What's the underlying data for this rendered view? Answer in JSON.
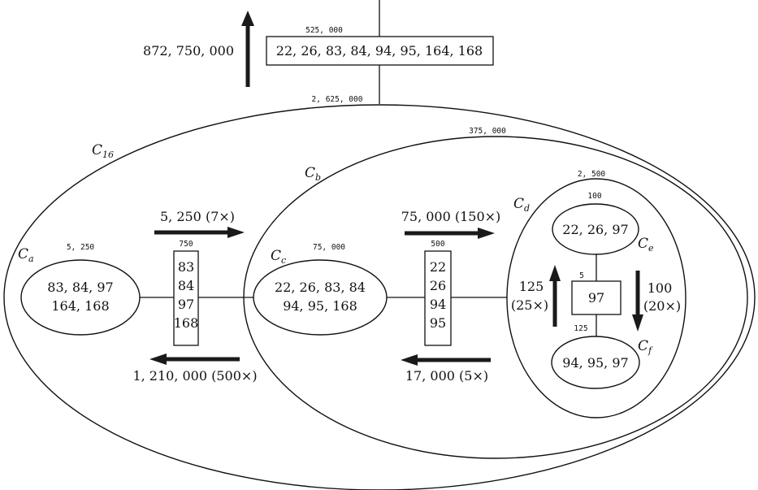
{
  "top": {
    "box_text": "22, 26, 83, 84, 94, 95, 164, 168",
    "box_weight": "525, 000",
    "arrow_value": "872, 750, 000",
    "link_weight": "2, 625, 000"
  },
  "clusters": {
    "c16": {
      "label": "C",
      "sub": "16"
    },
    "cb": {
      "label": "C",
      "sub": "b",
      "weight": "375, 000"
    },
    "cd": {
      "label": "C",
      "sub": "d",
      "weight": "2, 500"
    },
    "ca": {
      "label": "C",
      "sub": "a",
      "weight": "5, 250",
      "line1": "83, 84, 97",
      "line2": "164, 168"
    },
    "cc": {
      "label": "C",
      "sub": "c",
      "weight": "75, 000",
      "line1": "22, 26, 83, 84",
      "line2": "94, 95, 168"
    },
    "ce": {
      "label": "C",
      "sub": "e",
      "weight": "100",
      "line1": "22, 26, 97"
    },
    "cf": {
      "label": "C",
      "sub": "f",
      "weight": "125",
      "line1": "94, 95, 97"
    }
  },
  "separators": {
    "left": {
      "weight": "750",
      "items": [
        "83",
        "84",
        "97",
        "168"
      ]
    },
    "mid": {
      "weight": "500",
      "items": [
        "22",
        "26",
        "94",
        "95"
      ]
    },
    "inner": {
      "weight": "5",
      "items": [
        "97"
      ]
    }
  },
  "messages": {
    "left_right": "5, 250 (7×)",
    "left_left": "1, 210, 000 (500×)",
    "mid_right": "75, 000 (150×)",
    "mid_left": "17, 000 (5×)",
    "up_value": "125",
    "up_ratio": "(25×)",
    "down_value": "100",
    "down_ratio": "(20×)"
  }
}
